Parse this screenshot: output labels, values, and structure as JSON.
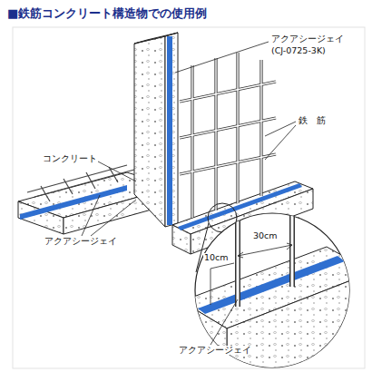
{
  "diagram": {
    "title": "■鉄筋コンクリート構造物での使用例",
    "labels": [
      "コンクリート",
      "アクアシージェイ",
      "(CJ-0725-3K)",
      "鉄　筋",
      "アクアシージェイ",
      "10cm",
      "30cm",
      "アクアシージェイ"
    ]
  }
}
